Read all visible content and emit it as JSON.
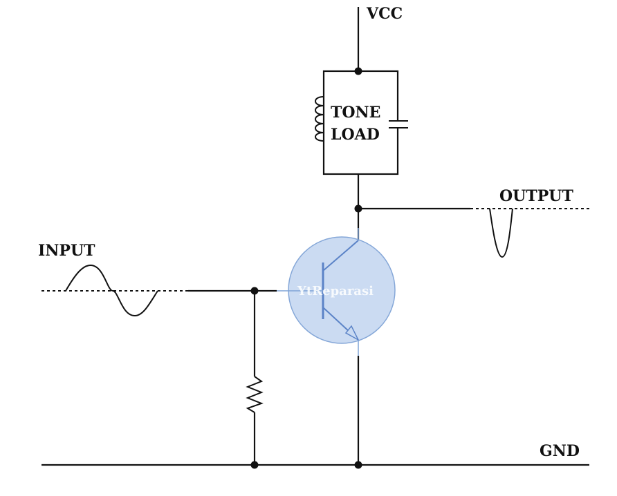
{
  "labels": {
    "vcc": "VCC",
    "load_line1": "TONE",
    "load_line2": "LOAD",
    "output": "OUTPUT",
    "input": "INPUT",
    "gnd": "GND",
    "watermark": "YtReparasi"
  },
  "colors": {
    "wire": "#111111",
    "transistor_fill": "#c9daf2",
    "transistor_stroke": "#7fa3d6",
    "transistor_symbol": "#5b83c7"
  },
  "icons": {
    "inductor": "inductor-coil",
    "capacitor": "capacitor",
    "resistor": "resistor-zigzag",
    "transistor": "npn-transistor"
  }
}
